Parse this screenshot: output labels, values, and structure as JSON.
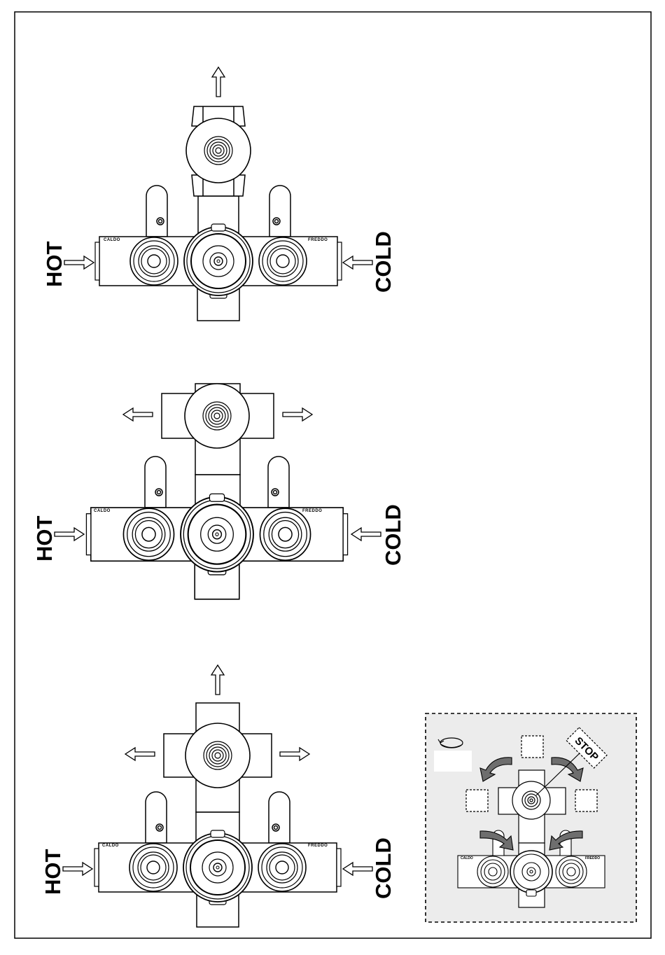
{
  "labels": {
    "hot": "HOT",
    "cold": "COLD",
    "stamp_hot": "CALDO",
    "stamp_cold": "FREDDO",
    "stop": "STOP"
  },
  "diagrams": [
    {
      "id": "one-way",
      "outlets": [
        "up"
      ]
    },
    {
      "id": "two-way",
      "outlets": [
        "left",
        "right"
      ]
    },
    {
      "id": "three-way",
      "outlets": [
        "up",
        "left",
        "right"
      ]
    }
  ],
  "inset": {
    "dashed_border_color": "#000000",
    "background_color": "#ececec",
    "arrow_color": "#6e6e6e"
  },
  "colors": {
    "line": "#000000",
    "fill": "#ffffff"
  }
}
